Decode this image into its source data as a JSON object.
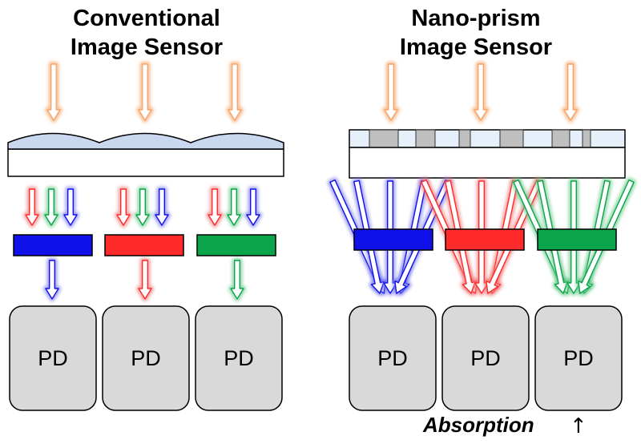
{
  "left_panel": {
    "title_line1": "Conventional",
    "title_line2": "Image Sensor"
  },
  "right_panel": {
    "title_line1": "Nano-prism",
    "title_line2": "Image Sensor"
  },
  "photodiode_label": "PD",
  "note": {
    "text": "Absorption",
    "symbol": "↑"
  },
  "colors": {
    "incident_light": "#f5a66a",
    "red": "#ff2a2a",
    "green": "#0aa44a",
    "blue": "#1010e8",
    "red_glow": "#f07a7a",
    "green_glow": "#66c98a",
    "blue_glow": "#7a7af0",
    "microlens": "#c9d8ee",
    "prism_layer": "#e6f0fa",
    "prism_block": "#bfbfbf",
    "photodiode": "#d9d9d9"
  },
  "icons": {
    "incident_arrow": "down-arrow-icon",
    "absorption_arrow": "up-arrow-icon"
  }
}
